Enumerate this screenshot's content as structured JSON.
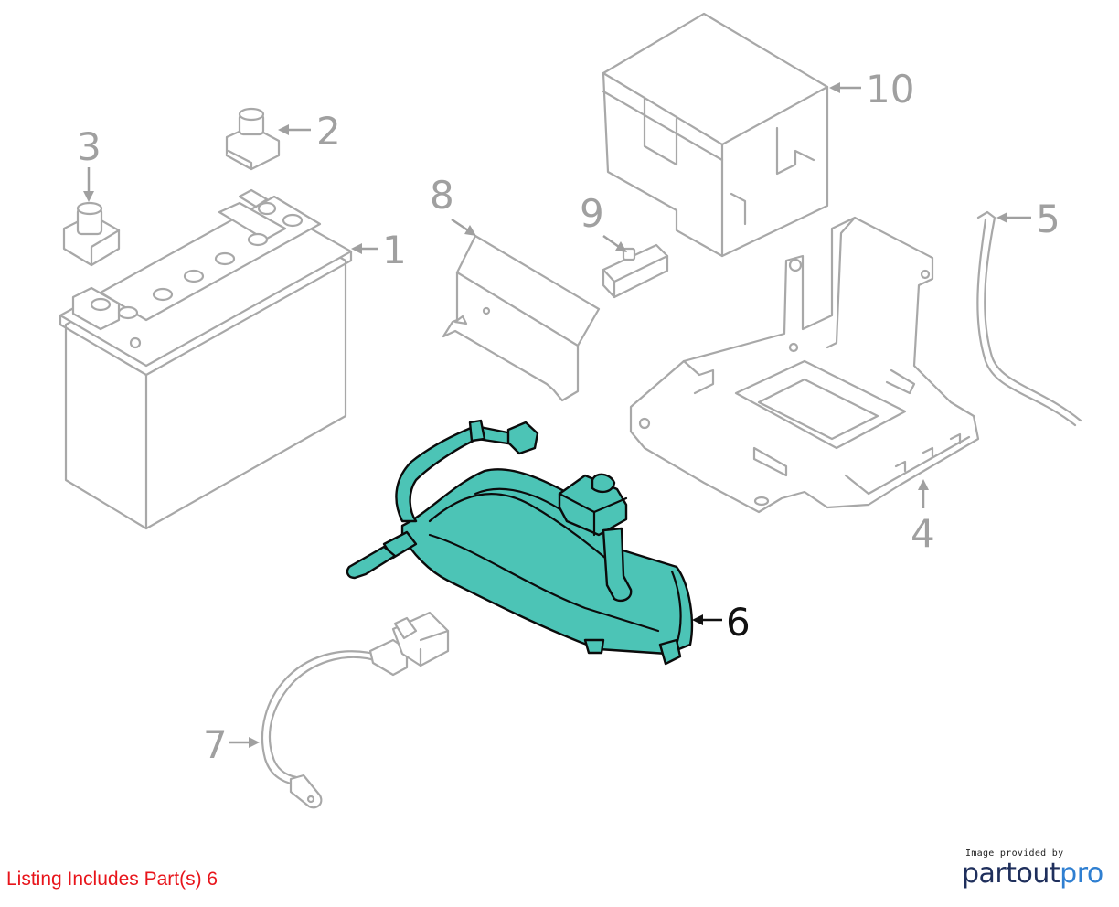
{
  "callouts": [
    {
      "id": "1",
      "label": "1",
      "active": false
    },
    {
      "id": "2",
      "label": "2",
      "active": false
    },
    {
      "id": "3",
      "label": "3",
      "active": false
    },
    {
      "id": "4",
      "label": "4",
      "active": false
    },
    {
      "id": "5",
      "label": "5",
      "active": false
    },
    {
      "id": "6",
      "label": "6",
      "active": true
    },
    {
      "id": "7",
      "label": "7",
      "active": false
    },
    {
      "id": "8",
      "label": "8",
      "active": false
    },
    {
      "id": "9",
      "label": "9",
      "active": false
    },
    {
      "id": "10",
      "label": "10",
      "active": false
    }
  ],
  "listing_note": "Listing Includes Part(s) 6",
  "credit": {
    "caption": "Image provided by",
    "logo_part1": "partout",
    "logo_part2": "pro"
  },
  "colors": {
    "highlight_fill": "#4cc4b6",
    "line_gray": "#a8a8a8",
    "note_red": "#e8151b",
    "logo_navy": "#1f2f5c",
    "logo_blue": "#2f7fd1"
  }
}
